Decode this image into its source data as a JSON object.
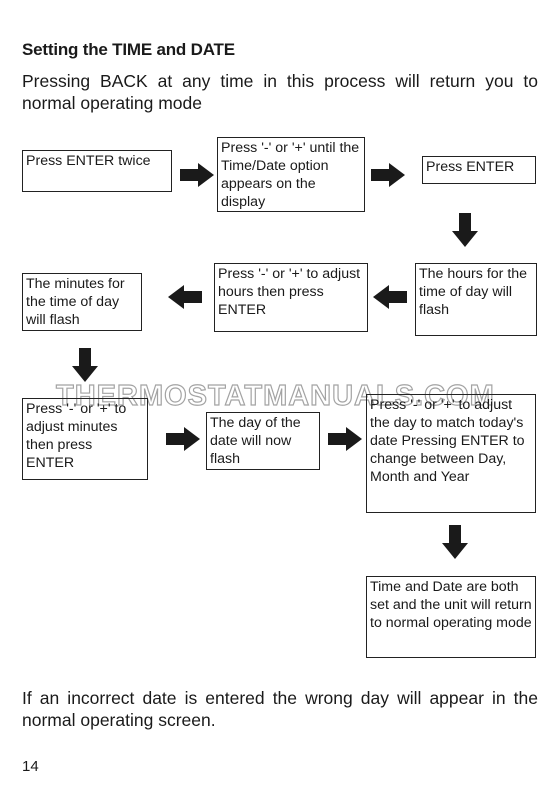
{
  "heading": "Setting the TIME and DATE",
  "intro_text": "Pressing BACK at any time in this process will return you to normal operating mode",
  "steps": [
    {
      "id": "step-1",
      "text": "Press ENTER  twice"
    },
    {
      "id": "step-2",
      "text": "Press '-' or '+' until the Time/Date option appears on the display"
    },
    {
      "id": "step-3",
      "text": "Press ENTER"
    },
    {
      "id": "step-4",
      "text": "The hours for the time of day will flash"
    },
    {
      "id": "step-5",
      "text": "Press '-' or '+'  to adjust hours then press ENTER"
    },
    {
      "id": "step-6",
      "text": "The minutes for the time of day will flash"
    },
    {
      "id": "step-7",
      "text": "Press '-' or '+'  to adjust minutes then press ENTER"
    },
    {
      "id": "step-8",
      "text": "The day of the date will now flash"
    },
    {
      "id": "step-9",
      "text": "Press '-' or '+' to adjust the day to match today's date Pressing ENTER to change between Day, Month and Year"
    },
    {
      "id": "step-10",
      "text": "Time and Date are both set and the unit will return to normal operating mode"
    }
  ],
  "watermark": "THERMOSTATMANUALS.COM",
  "footer_text": "If an incorrect date is entered the wrong day will appear in the normal operating screen.",
  "page_number": "14",
  "colors": {
    "text": "#1a1a1a",
    "arrow": "#1a1a1a",
    "border": "#222222"
  }
}
